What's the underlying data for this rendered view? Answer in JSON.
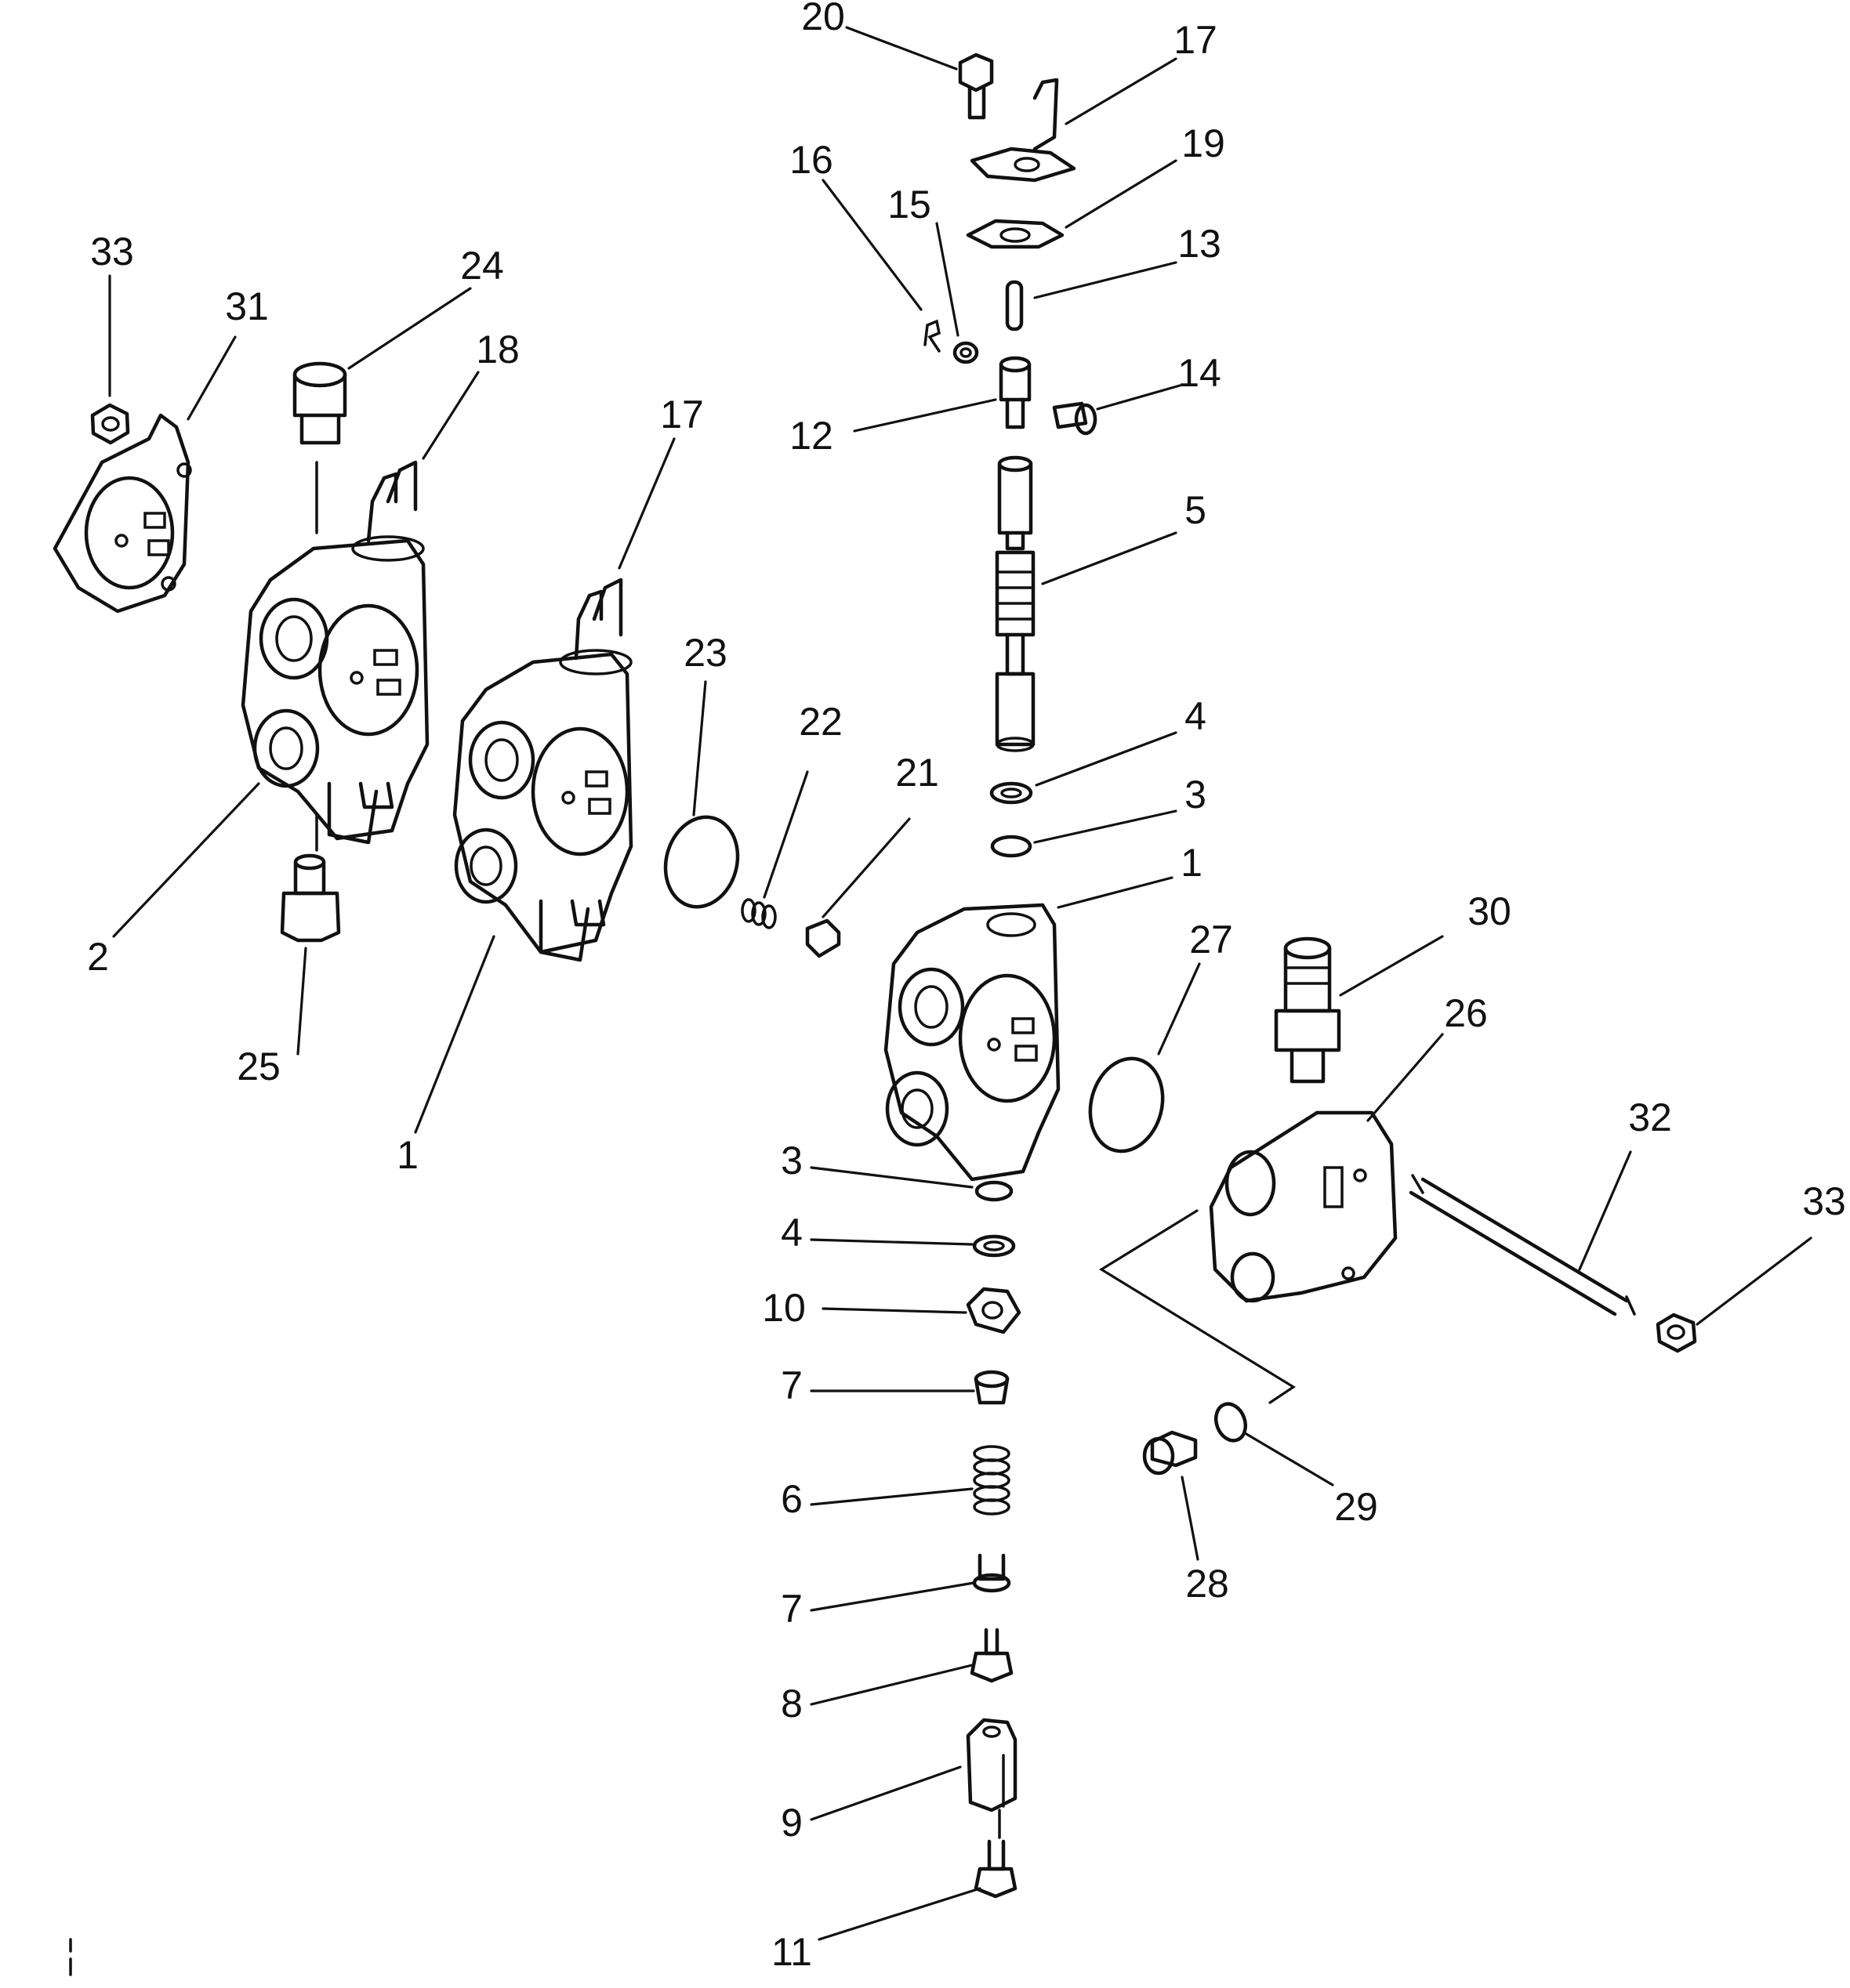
{
  "callouts": {
    "p33_left": "33",
    "p31": "31",
    "p24": "24",
    "p18": "18",
    "p17_mid": "17",
    "p2": "2",
    "p25": "25",
    "p1_left": "1",
    "p23": "23",
    "p22": "22",
    "p21": "21",
    "p20": "20",
    "p17_top": "17",
    "p19": "19",
    "p16": "16",
    "p15": "15",
    "p13": "13",
    "p12": "12",
    "p14": "14",
    "p5": "5",
    "p4_top": "4",
    "p3_top": "3",
    "p1_right": "1",
    "p27": "27",
    "p30": "30",
    "p26": "26",
    "p32": "32",
    "p33_right": "33",
    "p3_bottom": "3",
    "p4_bottom": "4",
    "p10": "10",
    "p7_top": "7",
    "p6": "6",
    "p7_bottom": "7",
    "p8": "8",
    "p9": "9",
    "p11": "11",
    "p28": "28",
    "p29": "29"
  },
  "colors": {
    "ink": "#111111",
    "paper": "#ffffff"
  }
}
